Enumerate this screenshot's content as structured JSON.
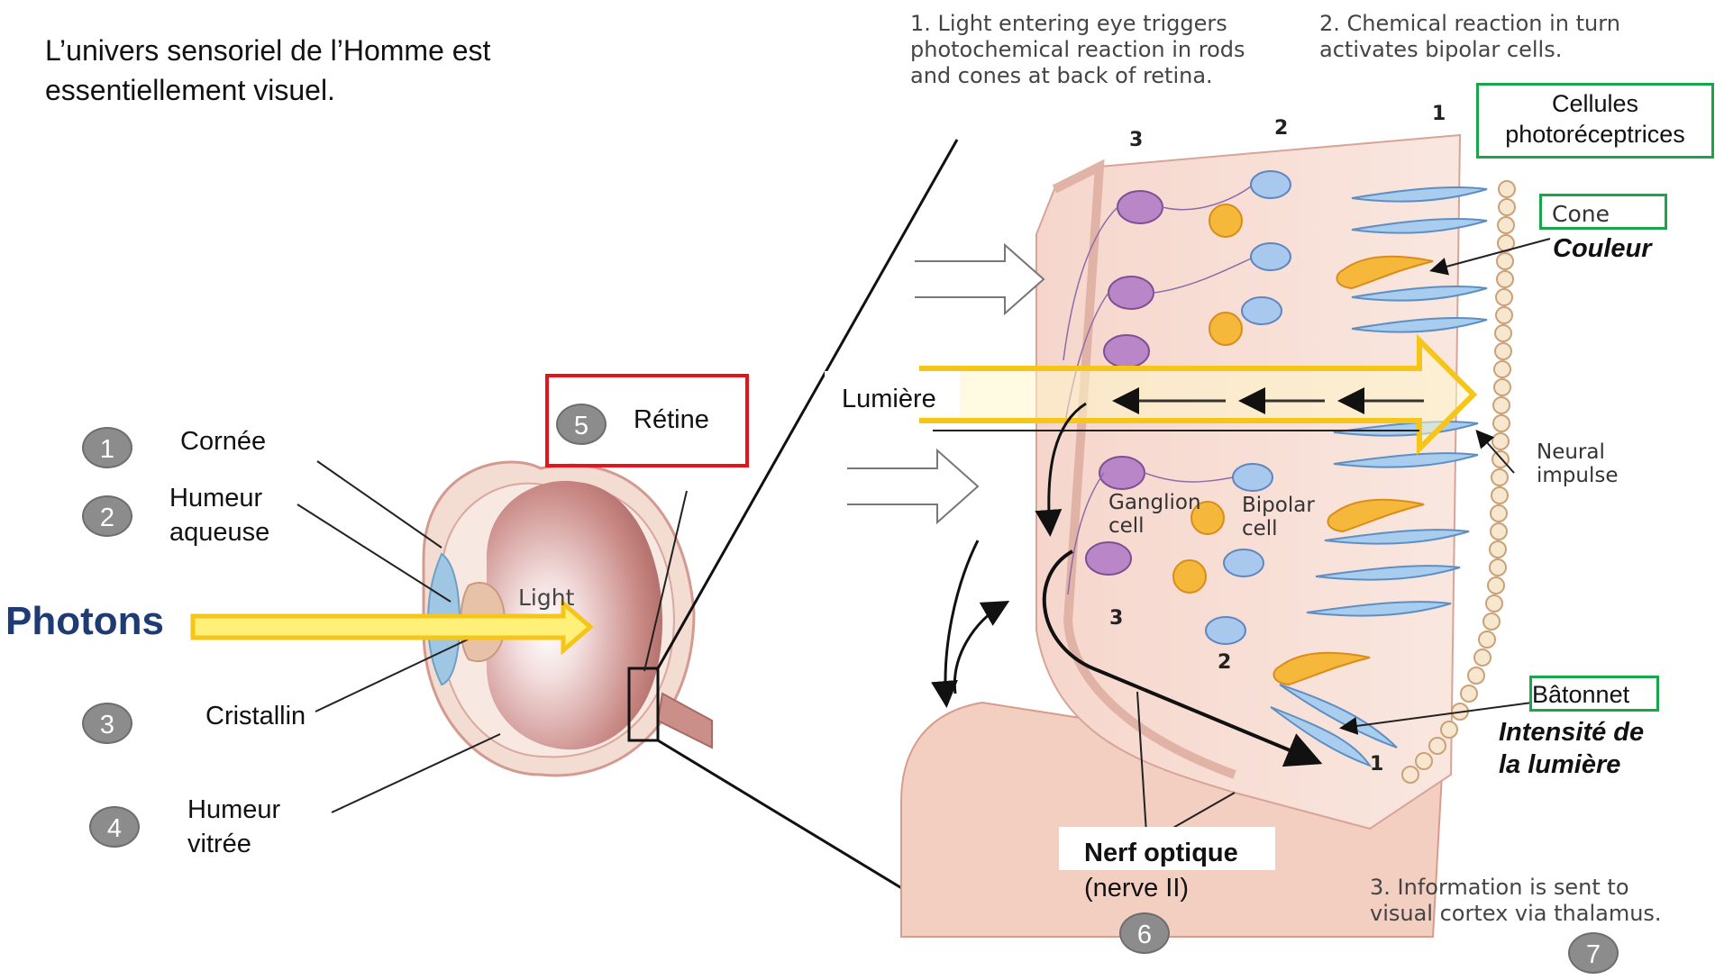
{
  "intro": {
    "line1": "L’univers sensoriel de l’Homme est",
    "line2": "essentiellement visuel."
  },
  "photons": "Photons",
  "eye": {
    "light": "Light"
  },
  "parts": [
    {
      "num": "1",
      "label": "Cornée"
    },
    {
      "num": "2",
      "label_line1": "Humeur",
      "label_line2": "aqueuse"
    },
    {
      "num": "3",
      "label": "Cristallin"
    },
    {
      "num": "4",
      "label_line1": "Humeur",
      "label_line2": "vitrée"
    },
    {
      "num": "5",
      "label": "Rétine"
    },
    {
      "num": "6",
      "label_bold": "Nerf optique",
      "label": "(nerve II)"
    },
    {
      "num": "7"
    }
  ],
  "captions": {
    "c1_line1": "1. Light entering eye triggers",
    "c1_line2": "photochemical reaction in rods",
    "c1_line3": "and cones at back of retina.",
    "c2_line1": "2. Chemical reaction in turn",
    "c2_line2": "activates bipolar cells.",
    "c3_line1": "3. Information is sent to",
    "c3_line2": "visual cortex via thalamus."
  },
  "retina": {
    "layer_numbers": [
      "3",
      "2",
      "1",
      "3",
      "2",
      "1"
    ],
    "lumiere": "Lumière",
    "ganglion_line1": "Ganglion",
    "ganglion_line2": "cell",
    "bipolar_line1": "Bipolar",
    "bipolar_line2": "cell",
    "neural_line1": "Neural",
    "neural_line2": "impulse"
  },
  "annotations": {
    "cellules_line1": "Cellules",
    "cellules_line2": "photoréceptrices",
    "cone": "Cone",
    "couleur": "Couleur",
    "batonnet": "Bâtonnet",
    "intensite_line1": "Intensité de",
    "intensite_line2": "la lumière"
  },
  "colors": {
    "photons": "#1f3b73",
    "arrow_yellow": "#f5c518",
    "green_box": "#19a64a",
    "red_box": "#e3141b"
  }
}
